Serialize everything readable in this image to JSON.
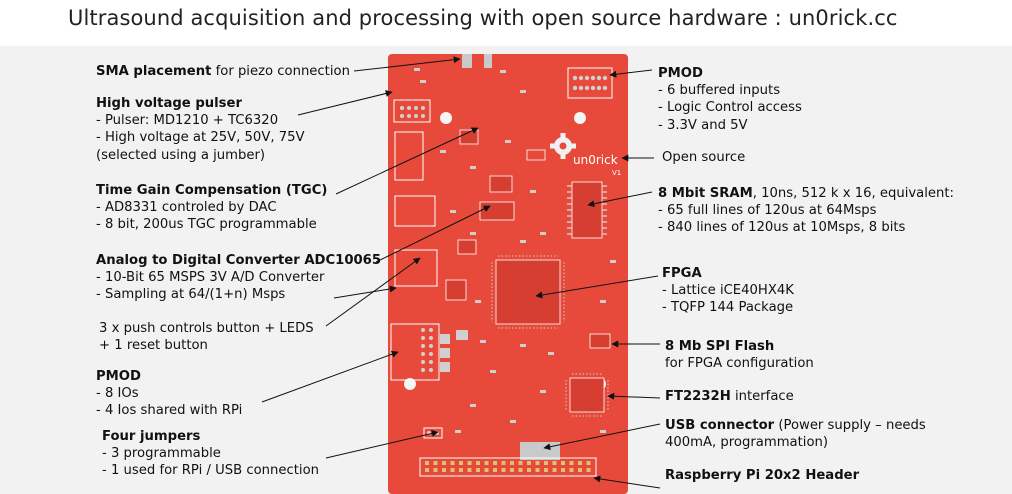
{
  "title": "Ultrasound acquisition and processing with open source hardware : un0rick.cc",
  "board": {
    "brand": "un0rick",
    "version": "V1",
    "colors": {
      "pcb": "#e74a3b",
      "silk": "#ffffff",
      "pad": "#cfcfcf",
      "chip": "#d53e31"
    }
  },
  "labels": {
    "sma": {
      "title": "SMA placement",
      "rest": " for piezo connection"
    },
    "hv": {
      "title": "High voltage pulser",
      "lines": [
        "- Pulser: MD1210 + TC6320",
        "- High voltage at 25V, 50V, 75V",
        "(selected using a jumber)"
      ]
    },
    "tgc": {
      "title": "Time Gain Compensation (TGC)",
      "lines": [
        "- AD8331 controled by DAC",
        "- 8 bit, 200us TGC programmable"
      ]
    },
    "adc": {
      "title": "Analog to Digital Converter ADC10065",
      "lines": [
        "- 10-Bit 65 MSPS 3V A/D Converter",
        "- Sampling at 64/(1+n) Msps"
      ]
    },
    "buttons": {
      "lines": [
        "3 x push controls button + LEDS",
        "+ 1 reset button"
      ]
    },
    "pmod_left": {
      "title": "PMOD",
      "lines": [
        "- 8 IOs",
        "- 4 Ios shared with RPi"
      ]
    },
    "jumpers": {
      "title": "Four jumpers",
      "lines": [
        "- 3 programmable",
        "- 1 used for RPi / USB connection"
      ]
    },
    "pmod_right": {
      "title": "PMOD",
      "lines": [
        "- 6 buffered inputs",
        "- Logic Control access",
        "- 3.3V and 5V"
      ]
    },
    "open_source": {
      "text": "Open source"
    },
    "sram": {
      "title": "8 Mbit SRAM",
      "rest": ", 10ns, 512 k x 16, equivalent:",
      "lines": [
        "- 65 full lines of 120us at 64Msps",
        "- 840 lines of 120us at 10Msps, 8 bits"
      ]
    },
    "fpga": {
      "title": "FPGA",
      "lines": [
        "- Lattice iCE40HX4K",
        "- TQFP 144 Package"
      ]
    },
    "spi": {
      "title": "8 Mb SPI Flash",
      "lines": [
        "for FPGA configuration"
      ]
    },
    "ft": {
      "title": "FT2232H",
      "rest": " interface"
    },
    "usb": {
      "title": "USB connector",
      "rest": " (Power supply – needs",
      "lines": [
        "400mA, programmation)"
      ]
    },
    "rpi": {
      "title": "Raspberry Pi 20x2 Header"
    }
  }
}
